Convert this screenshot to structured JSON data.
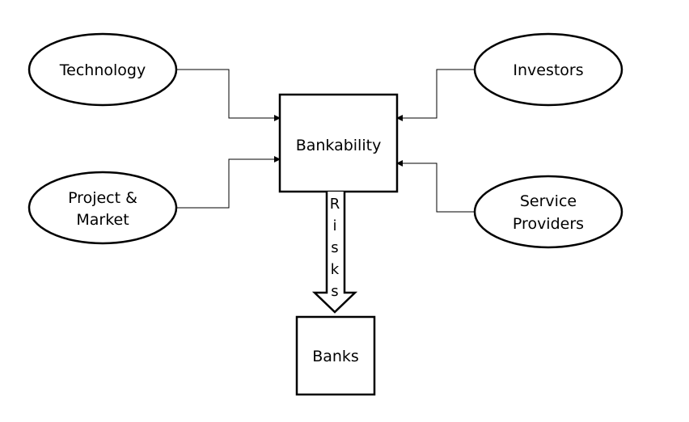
{
  "nodes": {
    "technology": {
      "label": "Technology"
    },
    "project_market": {
      "label_line1": "Project &",
      "label_line2": "Market"
    },
    "investors": {
      "label": "Investors"
    },
    "service_providers": {
      "label_line1": "Service",
      "label_line2": "Providers"
    },
    "bankability": {
      "label": "Bankability"
    },
    "banks": {
      "label": "Banks"
    }
  },
  "risks_arrow": {
    "letters": [
      "R",
      "i",
      "s",
      "k",
      "s"
    ]
  }
}
